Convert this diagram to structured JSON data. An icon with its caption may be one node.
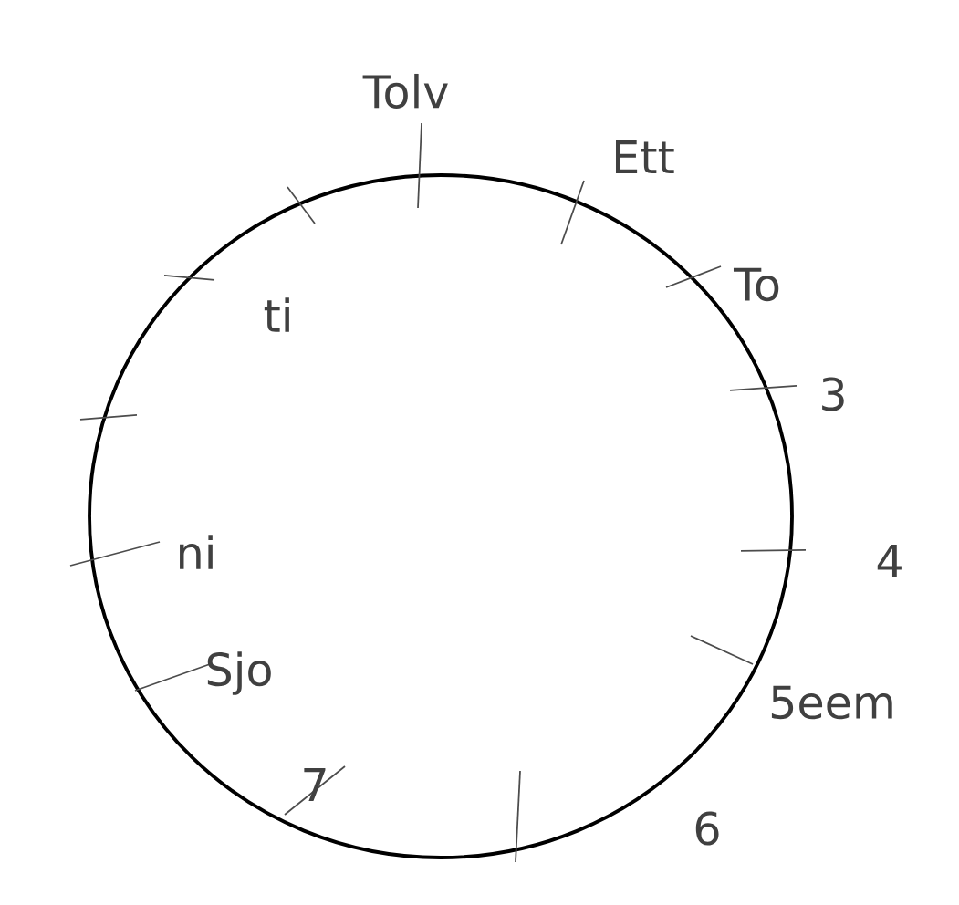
{
  "diagram": {
    "labels": [
      "Tolv",
      "Ett",
      "To",
      "ti",
      "3",
      "ni",
      "4",
      "Sjo",
      "5eem",
      "7",
      "6"
    ]
  }
}
